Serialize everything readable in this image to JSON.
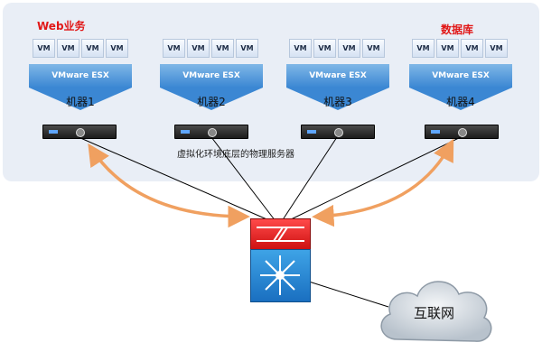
{
  "labels": {
    "web": "Web业务",
    "db": "数据库",
    "caption": "虚拟化环境底层的物理服务器",
    "internet": "互联网"
  },
  "vm_label": "VM",
  "machines": [
    {
      "name": "机器1",
      "esx": "VMware ESX"
    },
    {
      "name": "机器2",
      "esx": "VMware ESX"
    },
    {
      "name": "机器3",
      "esx": "VMware ESX"
    },
    {
      "name": "机器4",
      "esx": "VMware ESX"
    }
  ],
  "colors": {
    "accent_red": "#e11717",
    "esx_blue": "#3b87d3",
    "arrow_orange": "#f0a060",
    "switch_red": "#e02020",
    "switch_blue": "#2a8ad6"
  }
}
